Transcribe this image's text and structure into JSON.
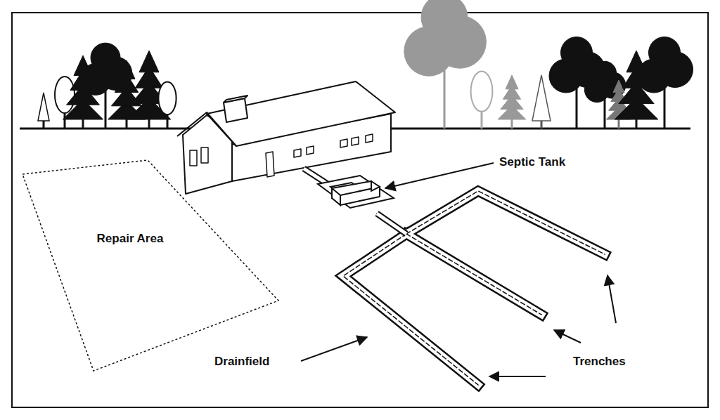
{
  "diagram": {
    "nodes": [
      {
        "text": [
          "Repair Area"
        ]
      }
    ],
    "labels": [
      "Septic Tank",
      "Drainfield",
      "Trenches"
    ]
  }
}
